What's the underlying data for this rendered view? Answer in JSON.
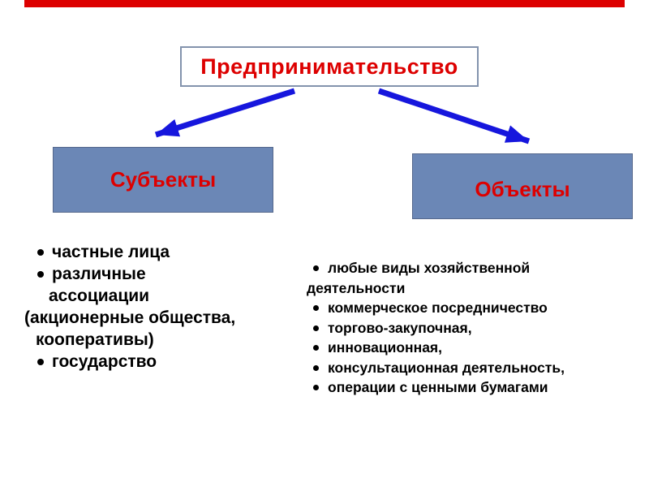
{
  "slide": {
    "title": "Предпринимательство",
    "subjects_label": "Субъекты",
    "objects_label": "Объекты"
  },
  "lists": {
    "left": [
      {
        "text": "частные лица"
      },
      {
        "text": "различные"
      },
      {
        "text": "ассоциации"
      },
      {
        "text": "(акционерные общества,"
      },
      {
        "text": "кооперативы)"
      },
      {
        "text": "государство"
      }
    ],
    "right": [
      {
        "text": "любые виды хозяйственной"
      },
      {
        "text": "деятельности"
      },
      {
        "text": "коммерческое посредничество"
      },
      {
        "text": "торгово-закупочная,"
      },
      {
        "text": "инновационная,"
      },
      {
        "text": "консультационная деятельность,"
      },
      {
        "text": "операции с ценными бумагами"
      }
    ]
  },
  "colors": {
    "accent_red": "#dd0000",
    "box_fill": "#6b87b6",
    "box_edge": "#55688c",
    "box_border": "#8393ad",
    "arrow_blue": "#1616dd"
  }
}
